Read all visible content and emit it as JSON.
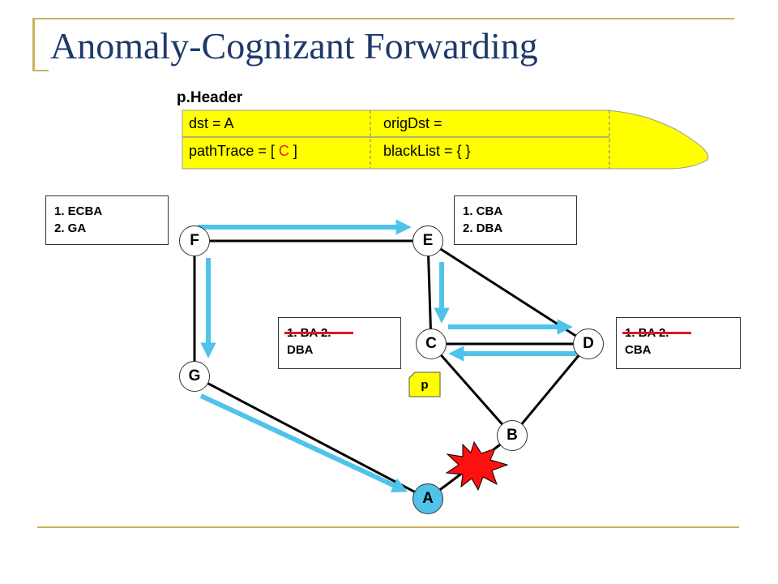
{
  "title": "Anomaly-Cognizant Forwarding",
  "header": {
    "label": "p.Header",
    "dst": "dst = A",
    "origDst": "origDst =",
    "pathTrace_prefix": "pathTrace = [ ",
    "pathTrace_value": "C",
    "pathTrace_suffix": " ]",
    "blackList": "blackList = { }",
    "fill_color": "#ffff00"
  },
  "nodes": {
    "F": "F",
    "E": "E",
    "C": "C",
    "D": "D",
    "G": "G",
    "B": "B",
    "A": "A"
  },
  "packet_label": "p",
  "tables": {
    "F": {
      "row1": "1.  ECBA",
      "row2": "2.  GA"
    },
    "E": {
      "row1": "1.  CBA",
      "row2": "2.  DBA"
    },
    "C": {
      "row1": "1.  BA        2.",
      "row2": "DBA"
    },
    "D": {
      "row1": "1.  BA        2.",
      "row2": "CBA"
    }
  },
  "colors": {
    "title": "#1e3a6b",
    "arrow": "#4fc3ea",
    "link": "#000000",
    "strike": "#e01818",
    "failure": "#ff1010",
    "destination": "#4fc3ea"
  }
}
